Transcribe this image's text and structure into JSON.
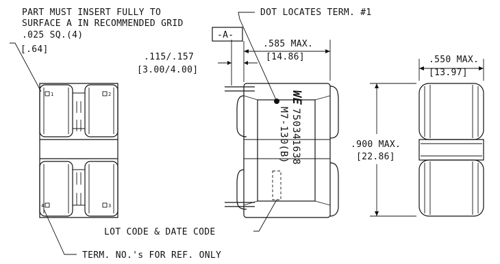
{
  "notes": {
    "insert_line1": "PART MUST INSERT FULLY TO",
    "insert_line2": "SURFACE A IN RECOMMENDED GRID",
    "pin_size": ".025 SQ.(4)",
    "pin_size_mm": "[.64]",
    "dot": "DOT LOCATES TERM. #1",
    "lot": "LOT CODE & DATE CODE",
    "term": "TERM. NO.'s FOR REF. ONLY"
  },
  "dimensions": {
    "datum": "-A-",
    "lead_range": ".115/.157",
    "lead_range_mm": "[3.00/4.00]",
    "depth": ".585 MAX.",
    "depth_mm": "[14.86]",
    "width": ".550 MAX.",
    "width_mm": "[13.97]",
    "height": ".900 MAX.",
    "height_mm": "[22.86]"
  },
  "marking": {
    "logo": "WE",
    "part_number": "750341638",
    "model": "M7-130(B)"
  },
  "pins": [
    "1",
    "2",
    "3",
    "4"
  ]
}
